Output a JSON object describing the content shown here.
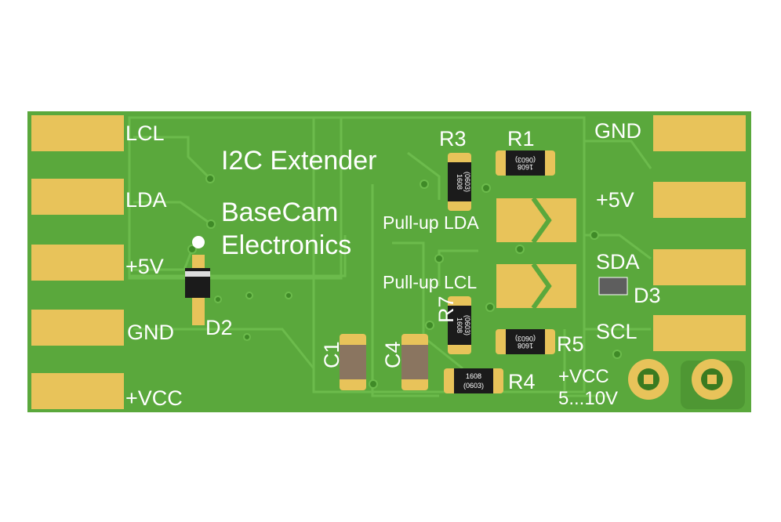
{
  "colors": {
    "background": "#ffffff",
    "board": "#5aa83c",
    "board_shade": "#4e9733",
    "trace": "#6cbb4c",
    "pad": "#e8c35a",
    "silkscreen": "#ffffff",
    "component_body": "#1b1b1b"
  },
  "board": {
    "title": "I2C Extender",
    "brand_line1": "BaseCam",
    "brand_line2": "Electronics"
  },
  "left_labels": [
    "LCL",
    "LDA",
    "+5V",
    "GND",
    "+VCC"
  ],
  "right_labels": [
    "GND",
    "+5V",
    "SDA",
    "SCL"
  ],
  "designators": {
    "r3": "R3",
    "r1": "R1",
    "r7": "R7",
    "r5": "R5",
    "r4": "R4",
    "c1": "C1",
    "c4": "C4",
    "d2": "D2",
    "d3": "D3"
  },
  "jumper_labels": {
    "pullup_lda": "Pull-up LDA",
    "pullup_lcl": "Pull-up LCL"
  },
  "power_label": {
    "line1": "+VCC",
    "line2": "5...10V"
  },
  "resistor_markings": {
    "code": "1608",
    "size": "(0603)"
  }
}
